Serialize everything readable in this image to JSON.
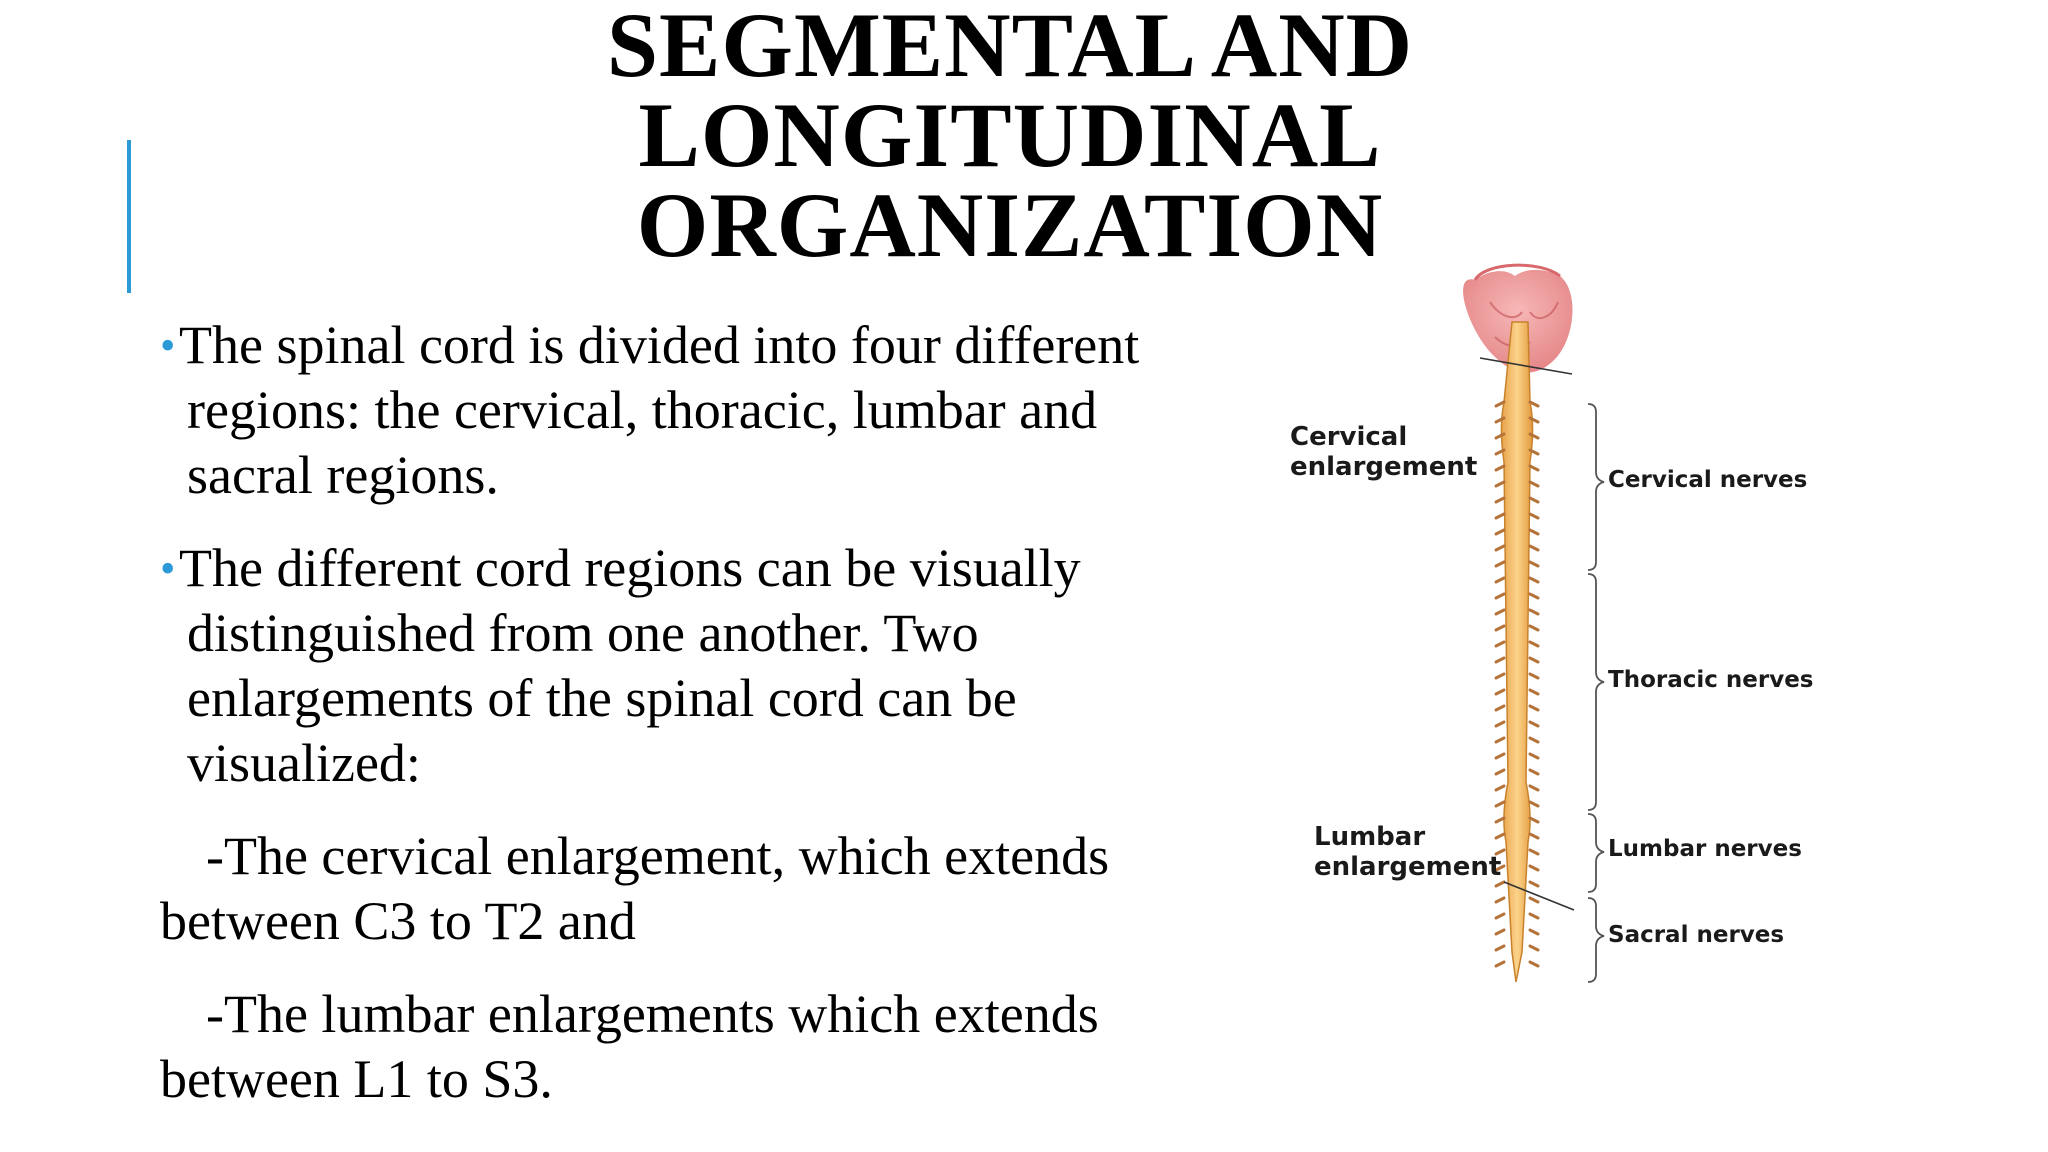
{
  "slide": {
    "title_lines": [
      "SEGMENTAL AND",
      "LONGITUDINAL",
      "ORGANIZATION"
    ],
    "bullets": [
      {
        "lines": [
          "The spinal cord is divided into four different",
          "regions: the cervical, thoracic, lumbar and",
          "sacral regions."
        ]
      },
      {
        "lines": [
          "The different cord regions can be visually",
          "distinguished from one another. Two",
          "enlargements of the spinal cord can be",
          "visualized:"
        ]
      }
    ],
    "sub_items": [
      {
        "line1": "-The cervical enlargement, which extends",
        "line2": "between C3 to T2 and"
      },
      {
        "line1": "-The lumbar enlargements which extends",
        "line2": "between L1 to S3."
      }
    ],
    "bullet_glyph": "•",
    "accent_color": "#2b9ad6"
  },
  "figure": {
    "labels": {
      "cervical_enlargement": [
        "Cervical",
        "enlargement"
      ],
      "lumbar_enlargement": [
        "Lumbar",
        "enlargement"
      ],
      "cervical_nerves": "Cervical nerves",
      "thoracic_nerves": "Thoracic nerves",
      "lumbar_nerves": "Lumbar nerves",
      "sacral_nerves": "Sacral nerves"
    }
  }
}
